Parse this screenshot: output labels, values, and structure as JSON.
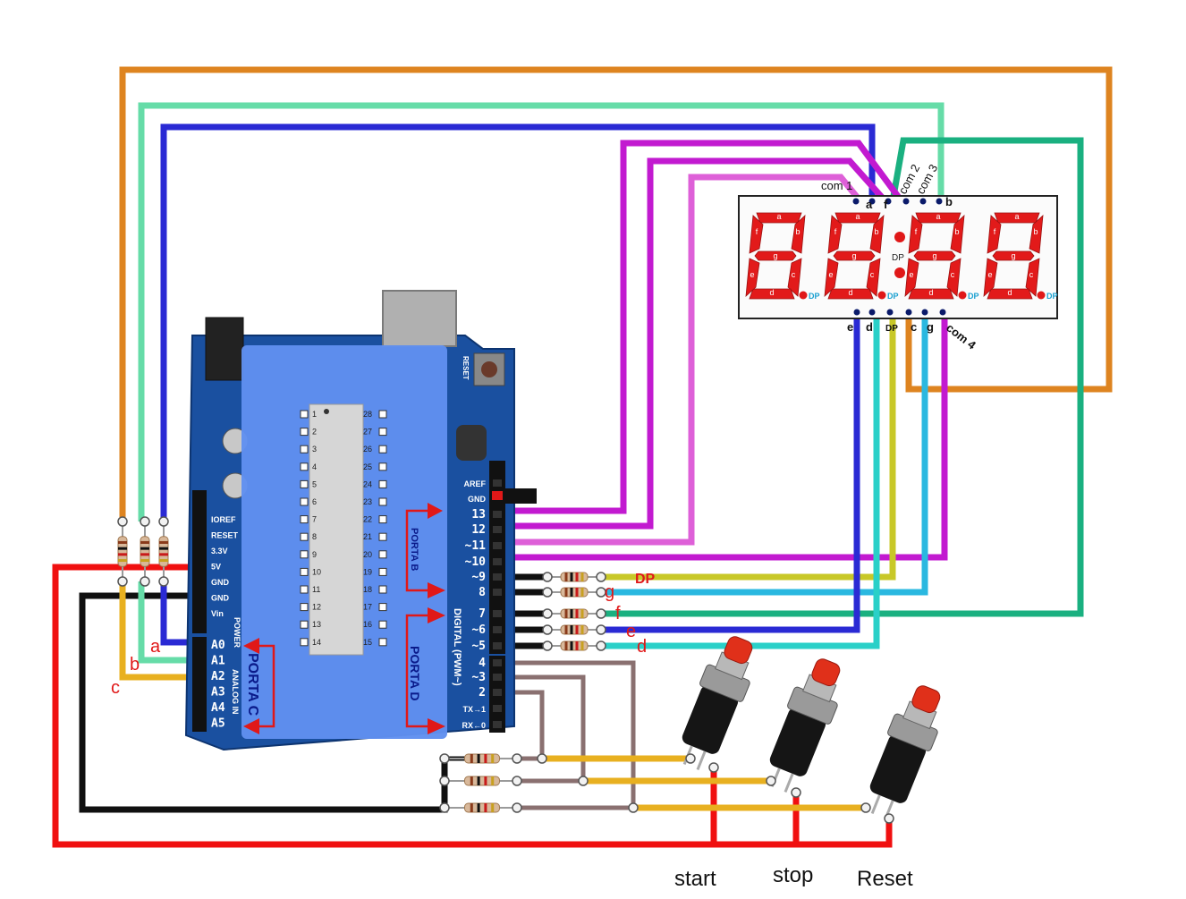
{
  "display": {
    "top_pins": [
      "com 1",
      "a",
      "f",
      "com 2",
      "com 3",
      "b"
    ],
    "bottom_pins": [
      "e",
      "d",
      "DP",
      "c",
      "g",
      "com 4"
    ],
    "segment_letters": [
      "a",
      "b",
      "c",
      "d",
      "e",
      "f",
      "g"
    ],
    "dp_label": "DP"
  },
  "arduino": {
    "header_left": [
      "IOREF",
      "RESET",
      "3.3V",
      "5V",
      "GND",
      "GND",
      "Vin"
    ],
    "power_label": "POWER",
    "analog_pins": [
      "A0",
      "A1",
      "A2",
      "A3",
      "A4",
      "A5"
    ],
    "analog_label": "ANALOG IN",
    "digital_top": [
      "AREF",
      "GND",
      "13",
      "12",
      "~11",
      "~10",
      "~9",
      "8"
    ],
    "digital_bottom": [
      "7",
      "~6",
      "~5",
      "4",
      "~3",
      "2",
      "TX→1",
      "RX←0"
    ],
    "digital_label": "DIGITAL (PWM~)",
    "reset_label": "RESET",
    "chip_left": [
      "1",
      "2",
      "3",
      "4",
      "5",
      "6",
      "7",
      "8",
      "9",
      "10",
      "11",
      "12",
      "13",
      "14"
    ],
    "chip_right": [
      "28",
      "27",
      "26",
      "25",
      "24",
      "23",
      "22",
      "21",
      "20",
      "19",
      "18",
      "17",
      "16",
      "15"
    ]
  },
  "ports": {
    "portb": "PORTA B",
    "portd": "PORTA D",
    "portc": "PORTA C"
  },
  "wire_labels": {
    "dp": "DP",
    "g": "g",
    "f": "f",
    "e": "e",
    "d": "d",
    "a": "a",
    "b": "b",
    "c": "c"
  },
  "buttons": {
    "start": "start",
    "stop": "stop",
    "reset": "Reset"
  },
  "colors": {
    "orange": "#de8420",
    "mint": "#66dca8",
    "blue": "#2a2ad4",
    "magenta": "#c21ad0",
    "pink": "#de60d8",
    "olive": "#c8c828",
    "sky": "#2ab8e0",
    "teal": "#1ab080",
    "cyan": "#2ad0c8",
    "red": "#f01010",
    "yellow": "#e8b020",
    "brown": "#8a7070",
    "board": "#1a50a0",
    "overlay": "#6090f0"
  }
}
